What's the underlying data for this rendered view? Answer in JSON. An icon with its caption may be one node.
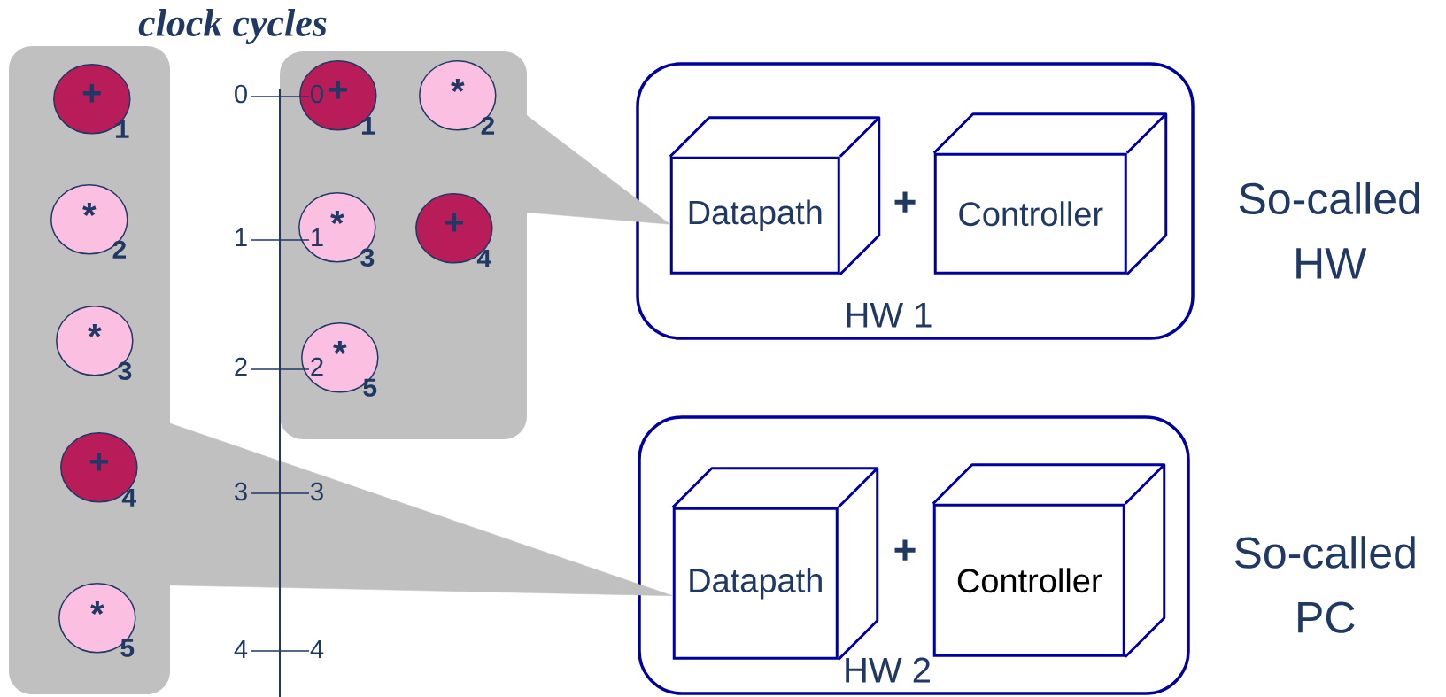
{
  "diagram": {
    "nodes": [
      {
        "text": [],
        "shape": "box"
      },
      {
        "text": [
          "+"
        ],
        "beside": [
          "1"
        ],
        "in": 0
      },
      {
        "text": [
          "*"
        ],
        "beside": [
          "2"
        ],
        "in": 0
      },
      {
        "text": [
          "*"
        ],
        "beside": [
          "3"
        ],
        "in": 0
      },
      {
        "text": [
          "+"
        ],
        "beside": [
          "4"
        ],
        "in": 0
      },
      {
        "text": [
          "*"
        ],
        "beside": [
          "5"
        ],
        "in": 0
      },
      {
        "text": [],
        "shape": "box"
      },
      {
        "text": [
          "+"
        ],
        "beside": [
          "1"
        ],
        "in": 6
      },
      {
        "text": [
          "*"
        ],
        "beside": [
          "2"
        ],
        "in": 6
      },
      {
        "text": [
          "*"
        ],
        "beside": [
          "3"
        ],
        "in": 6
      },
      {
        "text": [
          "+"
        ],
        "beside": [
          "4"
        ],
        "in": 6
      },
      {
        "text": [
          "*"
        ],
        "beside": [
          "5"
        ],
        "in": 6
      },
      {
        "text": [
          "HW 1"
        ],
        "beside": [
          "So-called HW"
        ]
      },
      {
        "text": [
          "Datapath"
        ],
        "in": 12
      },
      {
        "text": [
          "Controller"
        ],
        "in": 12
      },
      {
        "text": [
          "HW 2"
        ],
        "beside": [
          "So-called PC"
        ]
      },
      {
        "text": [
          "Datapath"
        ],
        "in": 15
      },
      {
        "text": [
          "Controller"
        ],
        "in": 15
      }
    ],
    "edges": [
      {
        "from": 6,
        "to": 13,
        "arrow": "to"
      },
      {
        "from": 0,
        "to": 16,
        "arrow": "to"
      }
    ],
    "labels": [
      "clock cycles",
      "0",
      "0",
      "1",
      "1",
      "2",
      "2",
      "3",
      "3",
      "4",
      "4",
      "+",
      "+"
    ]
  }
}
